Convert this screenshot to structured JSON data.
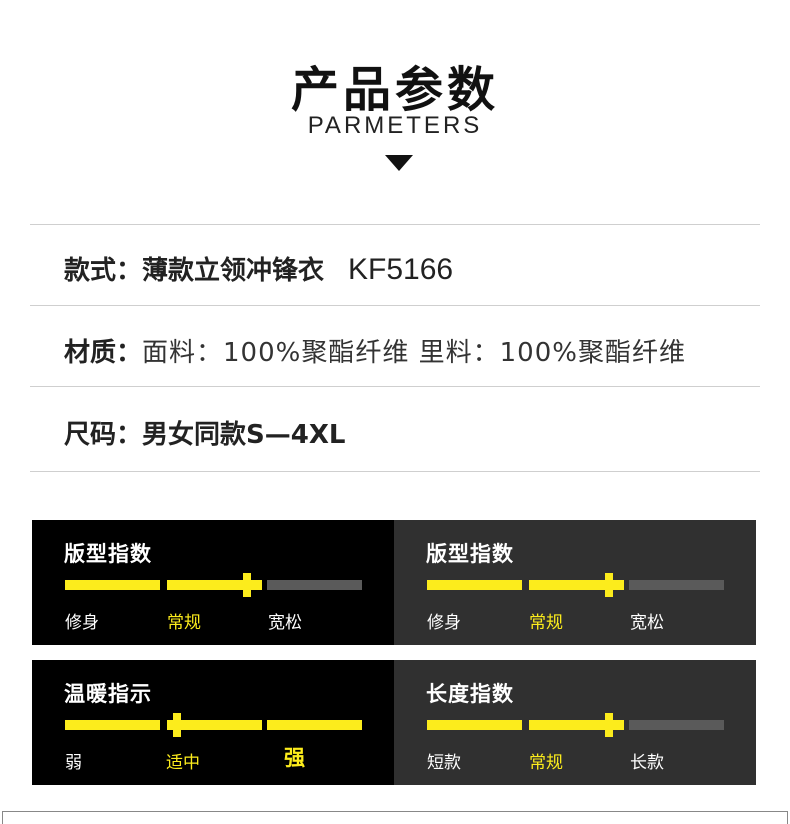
{
  "header": {
    "title": "产品参数",
    "subtitle": "PARMETERS"
  },
  "params": [
    {
      "key": "款式：",
      "value": "薄款立领冲锋衣",
      "code": "KF5166"
    },
    {
      "key": "材质：",
      "value": "面料：100%聚酯纤维  里料：100%聚酯纤维"
    },
    {
      "key": "尺码：",
      "value": "男女同款S—4XL"
    }
  ],
  "panels": [
    {
      "title": "版型指数",
      "labels": [
        "修身",
        "常规",
        "宽松"
      ],
      "selected": 1
    },
    {
      "title": "版型指数",
      "labels": [
        "修身",
        "常规",
        "宽松"
      ],
      "selected": 1
    },
    {
      "title": "温暖指示",
      "labels": [
        "弱",
        "适中",
        "强"
      ],
      "selected": 2
    },
    {
      "title": "长度指数",
      "labels": [
        "短款",
        "常规",
        "长款"
      ],
      "selected": 1
    }
  ],
  "colors": {
    "accent": "#fcec1c",
    "panel_black": "#000000",
    "panel_gray": "#303030"
  }
}
